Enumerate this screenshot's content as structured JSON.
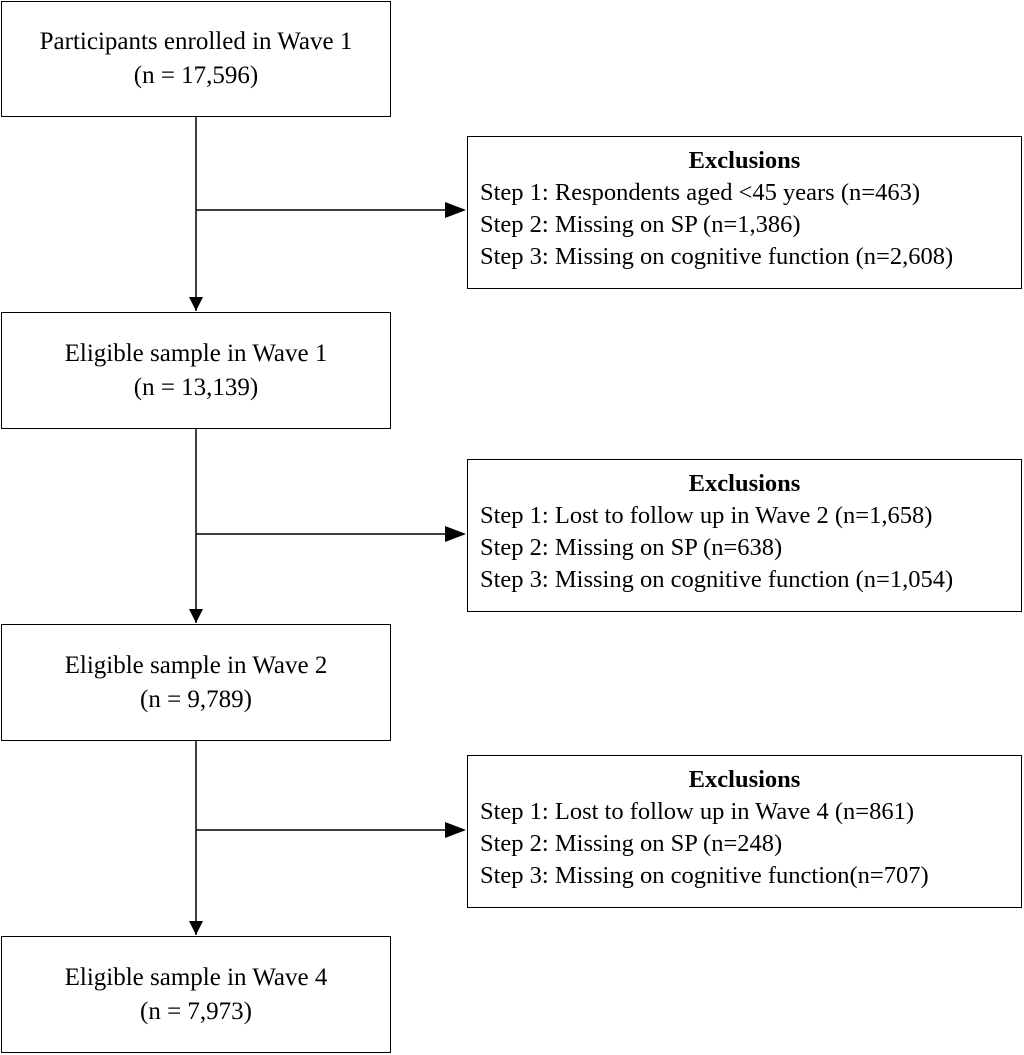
{
  "stages": [
    {
      "label": "Participants enrolled in Wave 1",
      "count": "(n = 17,596)"
    },
    {
      "label": "Eligible sample in Wave 1",
      "count": "(n = 13,139)"
    },
    {
      "label": "Eligible sample in Wave 2",
      "count": "(n = 9,789)"
    },
    {
      "label": "Eligible sample in Wave 4",
      "count": "(n = 7,973)"
    }
  ],
  "exclusions": [
    {
      "title": "Exclusions",
      "steps": [
        "Step 1: Respondents aged <45 years (n=463)",
        "Step 2: Missing on SP (n=1,386)",
        "Step 3: Missing on cognitive function (n=2,608)"
      ]
    },
    {
      "title": "Exclusions",
      "steps": [
        "Step 1: Lost to follow up in Wave 2 (n=1,658)",
        "Step 2: Missing on SP (n=638)",
        "Step 3: Missing on cognitive function (n=1,054)"
      ]
    },
    {
      "title": "Exclusions",
      "steps": [
        "Step 1: Lost to follow up in Wave 4 (n=861)",
        "Step 2: Missing on SP (n=248)",
        "Step 3: Missing on cognitive function(n=707)"
      ]
    }
  ]
}
